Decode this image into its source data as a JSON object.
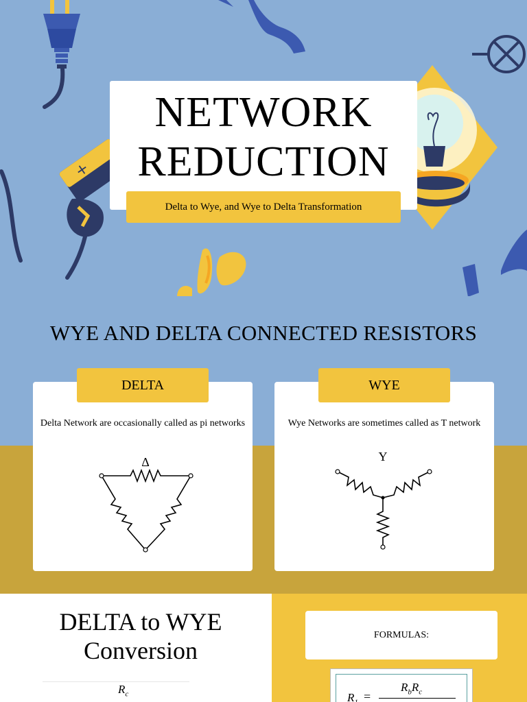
{
  "hero": {
    "title_line1": "NETWORK",
    "title_line2": "REDUCTION",
    "subtitle": "Delta to Wye, and Wye to Delta Transformation"
  },
  "section_title": "WYE AND DELTA CONNECTED RESISTORS",
  "cards": {
    "delta": {
      "tab_label": "DELTA",
      "description": "Delta Network are occasionally called as pi networks",
      "symbol": "Δ"
    },
    "wye": {
      "tab_label": "WYE",
      "description": "Wye Networks are sometimes called as T network",
      "symbol": "Y"
    }
  },
  "conversion": {
    "title_line1": "DELTA to WYE",
    "title_line2": "Conversion",
    "partial_symbol": "R",
    "partial_subscript": "c",
    "formulas_label": "FORMULAS:",
    "formula_lhs": "R",
    "formula_lhs_sub": "1",
    "formula_eq": "=",
    "formula_num_a": "R",
    "formula_num_a_sub": "b",
    "formula_num_b": "R",
    "formula_num_b_sub": "c"
  },
  "colors": {
    "background_blue": "#8aaed6",
    "accent_yellow": "#f2c43e",
    "mustard": "#c8a43c",
    "navy": "#2d3a66",
    "icon_blue": "#3c5ab0"
  },
  "icons": [
    "power-plug-icon",
    "battery-icon",
    "light-bulb-icon",
    "lamp-symbol-icon"
  ]
}
